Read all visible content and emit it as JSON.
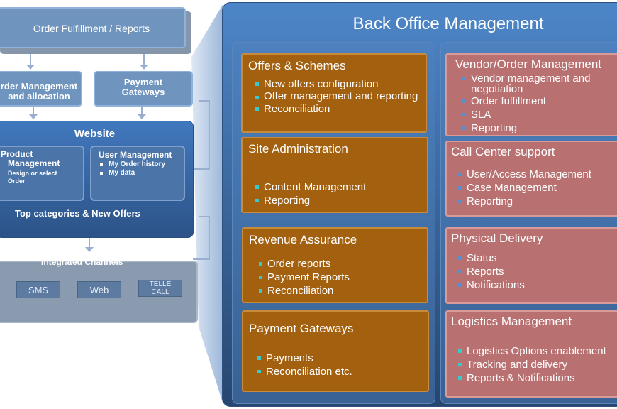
{
  "left": {
    "order_fulfillment": "Order Fulfillment / Reports",
    "order_management": [
      "rder Management",
      "and allocation"
    ],
    "payment_gateways": [
      "Payment",
      "Gateways"
    ],
    "website": {
      "title": "Website",
      "product_management": {
        "title": [
          "Product",
          "Management"
        ],
        "items": [
          "Design or select",
          "Order"
        ]
      },
      "user_management": {
        "title": "User Management",
        "items": [
          "My Order  history",
          "My data"
        ]
      },
      "footer": "Top categories  & New Offers"
    },
    "integrated_channels": {
      "title": "Integrated Channels",
      "channels": [
        "SMS",
        "Web",
        "TELLE CALL"
      ]
    }
  },
  "back_office": {
    "title": "Back Office Management",
    "left_column": [
      {
        "title": "Offers & Schemes",
        "items": [
          "New offers configuration",
          "Offer management and reporting",
          "Reconciliation"
        ]
      },
      {
        "title": "Site Administration",
        "items": [
          "Content Management",
          "Reporting"
        ]
      },
      {
        "title": "Revenue Assurance",
        "items": [
          "Order reports",
          "Payment Reports",
          "Reconciliation"
        ]
      },
      {
        "title": "Payment Gateways",
        "items": [
          "Payments",
          "Reconciliation etc."
        ]
      }
    ],
    "right_column": [
      {
        "title": "Vendor/Order Management",
        "items": [
          "Vendor management and negotiation",
          "Order fulfillment",
          "SLA",
          "Reporting"
        ]
      },
      {
        "title": "Call Center support",
        "items": [
          "User/Access Management",
          "Case Management",
          "Reporting"
        ]
      },
      {
        "title": "Physical Delivery",
        "items": [
          "Status",
          "Reports",
          "Notifications"
        ]
      },
      {
        "title": "Logistics Management",
        "items": [
          "Logistics Options enablement",
          "Tracking and delivery",
          "Reports & Notifications"
        ]
      }
    ]
  },
  "colors": {
    "orange_box": "#a3600f",
    "pink_box": "#b97070",
    "panel_blue": "#3f6fa8"
  }
}
